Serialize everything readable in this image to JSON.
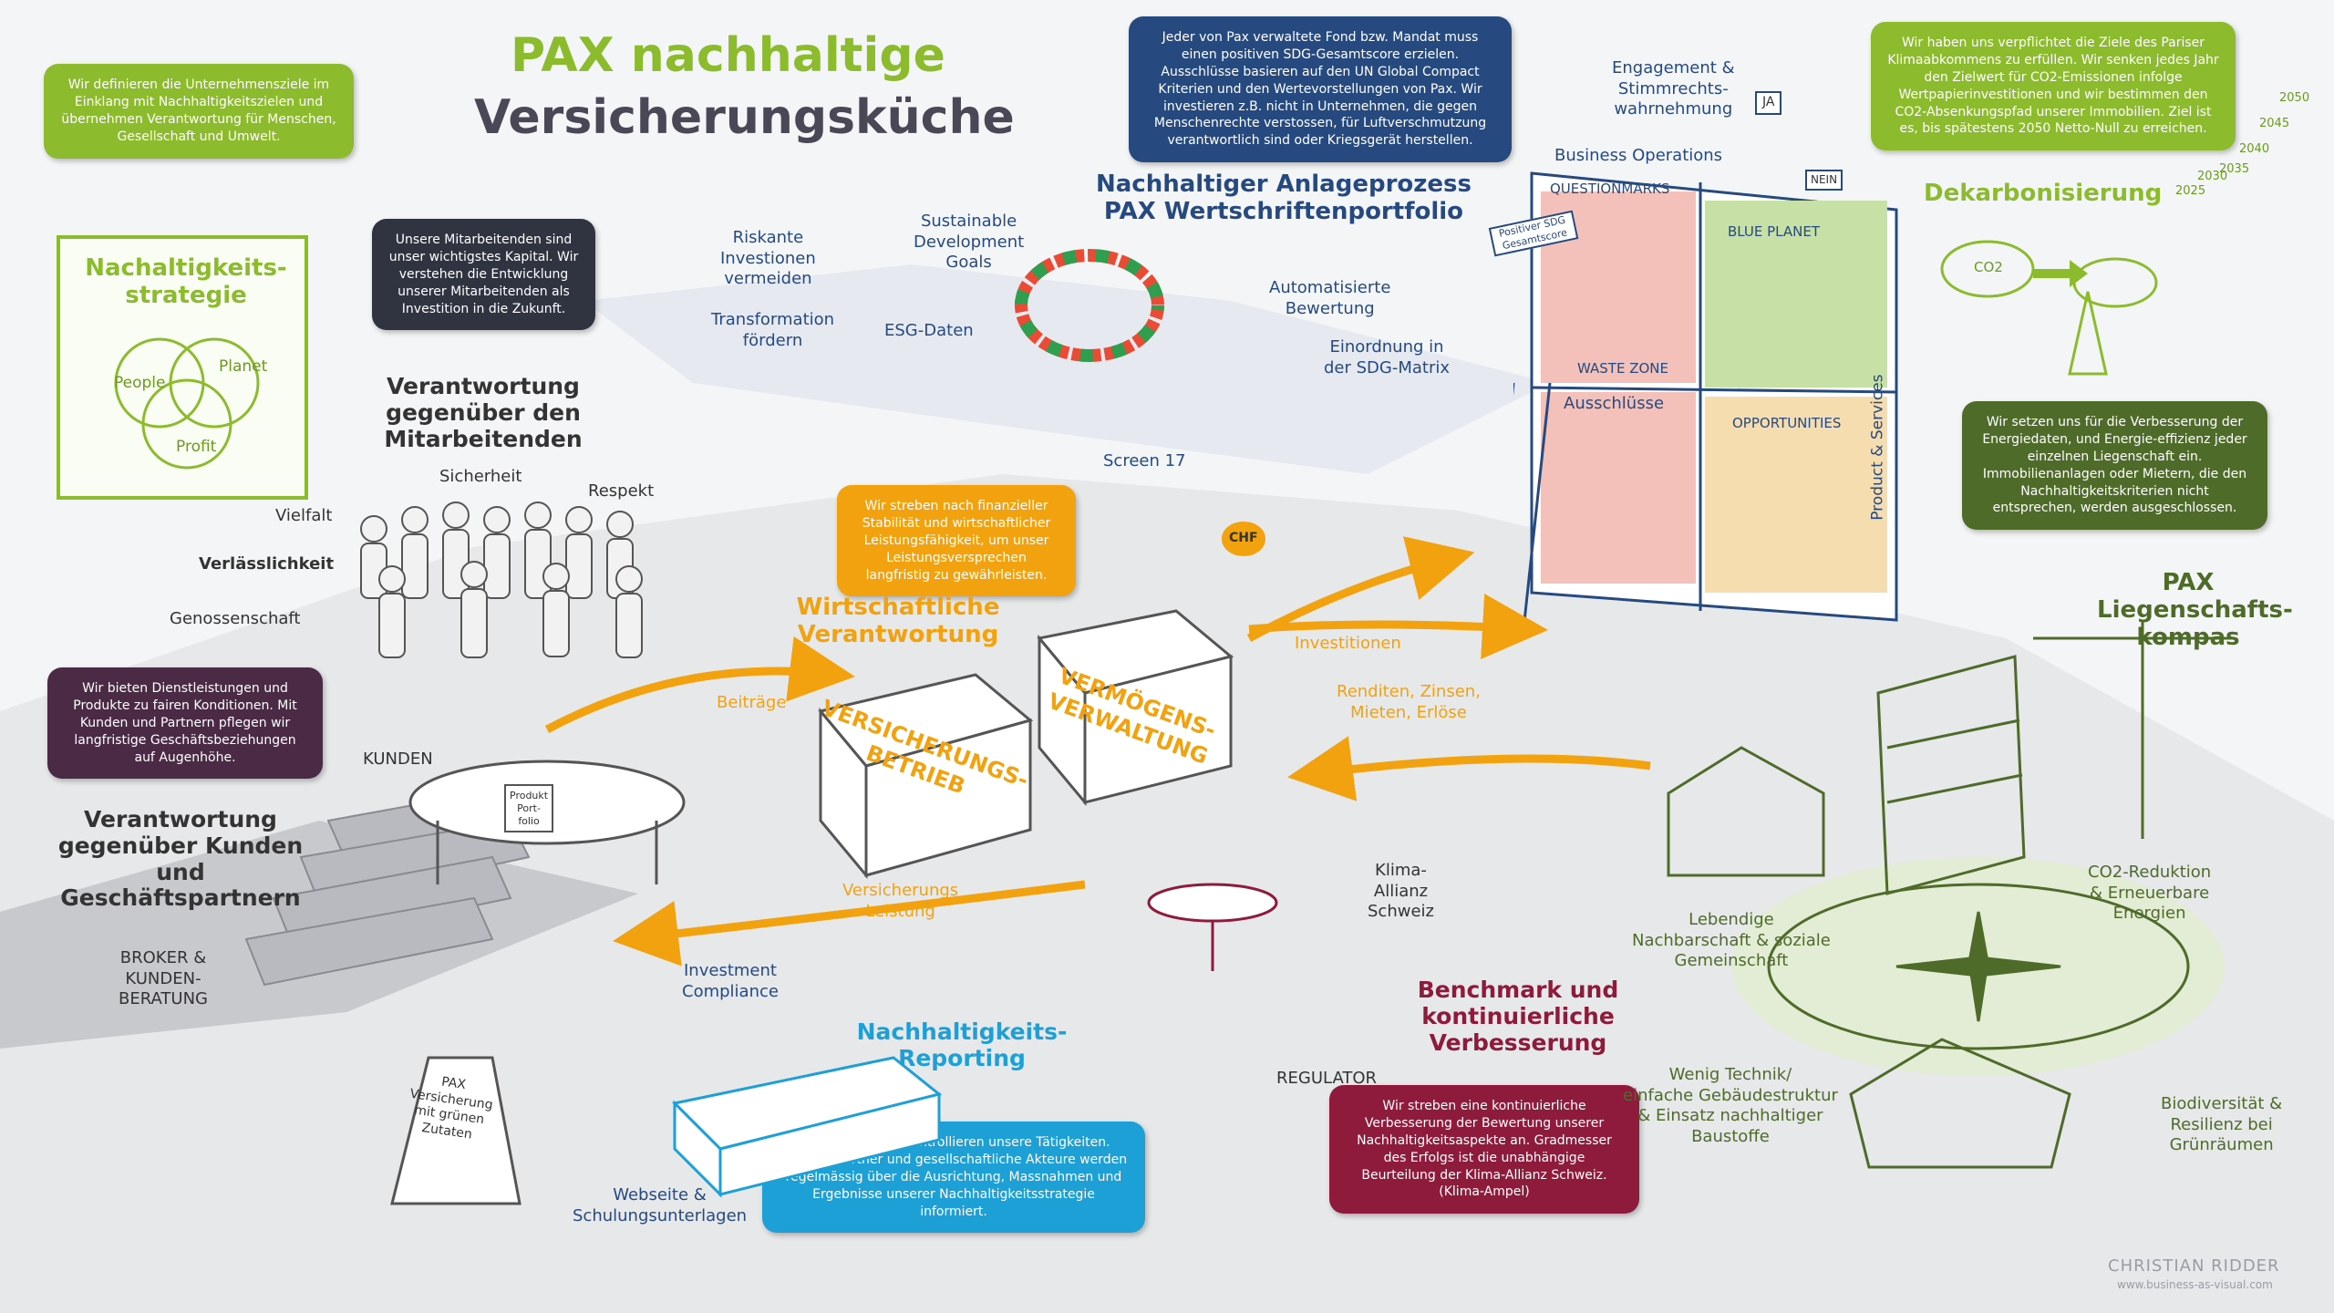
{
  "title": {
    "line1": "PAX nachhaltige",
    "line2": "Versicherungsküche"
  },
  "colors": {
    "green": "#8dbb2e",
    "navy": "#2a4e83",
    "orange": "#f2a20f",
    "purple": "#4b2a45",
    "crimson": "#8e1b3c",
    "teal": "#1da0d5",
    "forest": "#4f6b2a",
    "gray": "#5a5e6a"
  },
  "bubbles": {
    "strategy": "Wir definieren die Unternehmensziele im Einklang mit Nachhaltigkeitszielen und übernehmen Verantwortung für Menschen, Gesellschaft und Umwelt.",
    "employees": "Unsere Mitarbeitenden sind unser wichtigstes Kapital. Wir verstehen die Entwicklung unserer Mitarbeitenden als Investition in die Zukunft.",
    "fund": "Jeder von Pax verwaltete Fond bzw. Mandat muss einen positiven SDG-Gesamtscore erzielen. Ausschlüsse basieren auf den UN Global Compact Kriterien und den Wertevorstellungen von Pax. Wir investieren z.B. nicht in Unternehmen, die gegen Menschenrechte verstossen, für Luftverschmutzung verantwortlich sind oder Kriegsgerät herstellen.",
    "paris": "Wir haben uns verpflichtet die Ziele des Pariser Klimaabkommens zu erfüllen. Wir senken jedes Jahr den Zielwert für CO2-Emissionen infolge Wertpapierinvestitionen und wir bestimmen den CO2-Absenkungspfad unserer Immobilien. Ziel ist es, bis spätestens 2050 Netto-Null zu erreichen.",
    "energy": "Wir setzen uns für die Verbesserung der Energiedaten, und Energie-effizienz jeder einzelnen Liegenschaft ein. Immobilienanlagen oder Mietern, die den Nachhaltigkeitskriterien nicht entsprechen, werden ausgeschlossen.",
    "finance": "Wir streben nach finanzieller Stabilität und wirtschaftlicher Leistungsfähigkeit, um unser Leistungsversprechen langfristig zu gewährleisten.",
    "customers": "Wir bieten Dienstleistungen und Produkte zu fairen Konditionen. Mit Kunden und Partnern pflegen wir langfristige Geschäftsbeziehungen auf Augenhöhe.",
    "reporting": "Wir messen und kontrollieren unsere Tätigkeiten. Kunden, Partner und gesellschaftliche Akteure werden regelmässig über die Ausrichtung, Massnahmen und Ergebnisse unserer Nachhaltigkeitsstrategie informiert.",
    "benchmark": "Wir streben eine kontinuierliche Verbesserung der Bewertung unserer Nachhaltigkeitsaspekte an. Gradmesser des Erfolgs ist die unabhängige Beurteilung der Klima-Allianz Schweiz. (Klima-Ampel)"
  },
  "headings": {
    "strategy": "Nachaltigkeits-\nstrategie",
    "employees": "Verantwortung\ngegenüber den\nMitarbeitenden",
    "investment": "Nachhaltiger Anlageprozess\nPAX Wertschriftenportfolio",
    "decarb": "Dekarbonisierung",
    "compass": "PAX\nLiegenschafts-\nkompas",
    "economic": "Wirtschaftliche\nVerantwortung",
    "customers": "Verantwortung\ngegenüber Kunden und\nGeschäftspartnern",
    "reporting": "Nachhaltigkeits-\nReporting",
    "benchmark": "Benchmark und\nkontinuierliche\nVerbesserung"
  },
  "venn": {
    "people": "People",
    "planet": "Planet",
    "profit": "Profit"
  },
  "values": {
    "sicherheit": "Sicherheit",
    "respekt": "Respekt",
    "vielfalt": "Vielfalt",
    "verlasslichkeit": "Verlässlichkeit",
    "genossenschaft": "Genossenschaft"
  },
  "invest_labels": {
    "riskante": "Riskante\nInvestionen\nvermeiden",
    "sdg": "Sustainable\nDevelopment\nGoals",
    "transformation": "Transformation\nfördern",
    "esg": "ESG-Daten",
    "automat": "Automatisierte\nBewertung",
    "einordnung": "Einordnung in\nder SDG-Matrix",
    "screen": "Screen 17",
    "engagement": "Engagement &\nStimmrechts-\nwahrnehmung",
    "bizops": "Business Operations",
    "product": "Product & Services",
    "questionmarks": "QUESTIONMARKS",
    "blueplanet": "BLUE PLANET",
    "wastezone": "WASTE ZONE",
    "ausschluesse": "Ausschlüsse",
    "opportunities": "OPPORTUNITIES",
    "positive_score": "Positiver SDG Gesamtscore",
    "ja": "JA",
    "nein": "NEIN"
  },
  "kitchen": {
    "versicherung": "VERSICHERUNGS-\nBETRIEB",
    "vermoegen": "VERMÖGENS-\nVERWALTUNG",
    "chf": "CHF",
    "investitionen": "Investitionen",
    "renditen": "Renditen, Zinsen,\nMieten, Erlöse",
    "beitraege": "Beiträge",
    "leistung": "Versicherungs\nLeistung",
    "compliance": "Investment\nCompliance",
    "kunden": "KUNDEN",
    "produkt": "Produkt\nPort-\nfolio",
    "broker": "BROKER &\nKUNDEN-\nBERATUNG",
    "sign": "PAX\nVersicherung\nmit grünen\nZutaten",
    "klima": "Klima-\nAllianz\nSchweiz",
    "regulator": "REGULATOR",
    "webseite": "Webseite &\nSchulungsunterlagen"
  },
  "property": {
    "co2": "CO2-Reduktion\n& Erneuerbare\nEnergien",
    "nachbar": "Lebendige\nNachbarschaft & soziale\nGemeinschaft",
    "technik": "Wenig Technik/\neinfache Gebäudestruktur\n& Einsatz nachhaltiger\nBaustoffe",
    "bio": "Biodiversität &\nResilienz bei\nGrünräumen",
    "years": [
      "2050",
      "2045",
      "2040",
      "2035",
      "2030",
      "2025"
    ],
    "co2_icon": "CO2"
  },
  "signature": {
    "name": "CHRISTIAN RIDDER",
    "url": "www.business-as-visual.com"
  }
}
